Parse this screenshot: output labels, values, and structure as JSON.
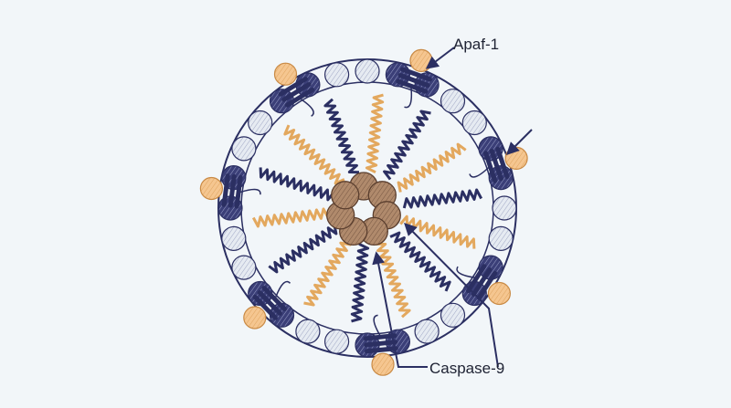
{
  "labels": {
    "apaf": "Apaf-1",
    "caspase": "Caspase-9"
  },
  "colors": {
    "background": "#f2f6f9",
    "navy": "#2b2f62",
    "orange": "#e3a85e",
    "peach": "#f5c690",
    "caspase_core": "#a07a5f",
    "ring_light": "#d9e0ea",
    "text": "#1e2233"
  },
  "structure": {
    "apaf_subunits": 7,
    "caspase_subunits": 7
  }
}
